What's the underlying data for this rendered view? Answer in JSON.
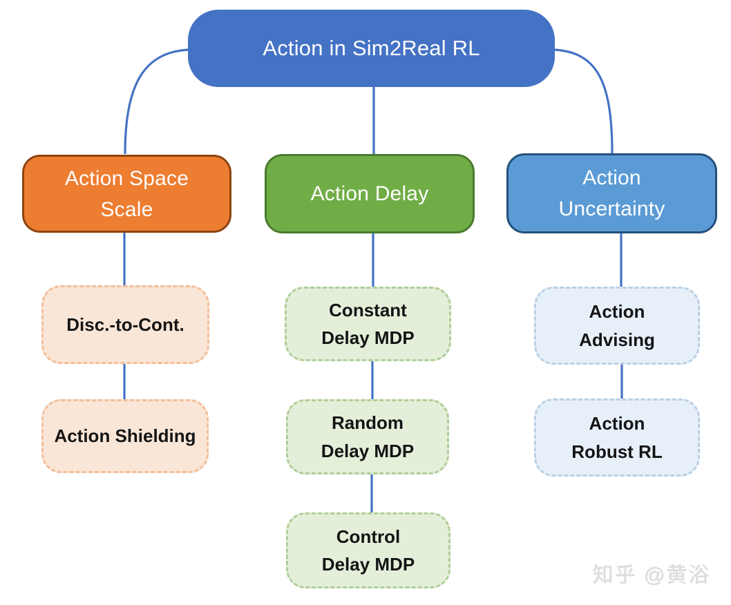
{
  "diagram": {
    "root": {
      "label": "Action in Sim2Real RL",
      "fill": "#4472C4",
      "text_color": "#FFFFFF"
    },
    "branches": [
      {
        "label": "Action Space\nScale",
        "fill": "#ED7D31",
        "border": "#8C4410",
        "child_fill": "#FAE6D7",
        "child_border": "#F2BE9A",
        "children": [
          {
            "label": "Disc.-to-Cont."
          },
          {
            "label": "Action Shielding"
          }
        ]
      },
      {
        "label": "Action Delay",
        "fill": "#70AD47",
        "border": "#4A7A2F",
        "child_fill": "#E4EFDA",
        "child_border": "#AFCE98",
        "children": [
          {
            "label": "Constant\nDelay MDP"
          },
          {
            "label": "Random\nDelay MDP"
          },
          {
            "label": "Control\nDelay MDP"
          }
        ]
      },
      {
        "label": "Action\nUncertainty",
        "fill": "#5B9BD5",
        "border": "#24507B",
        "child_fill": "#E7F0F9",
        "child_border": "#B9CFE3",
        "children": [
          {
            "label": "Action\nAdvising"
          },
          {
            "label": "Action\nRobust RL"
          }
        ]
      }
    ],
    "connector_color": "#4472C4",
    "child_text_color": "#141414",
    "watermark": "知乎 @黄浴"
  }
}
